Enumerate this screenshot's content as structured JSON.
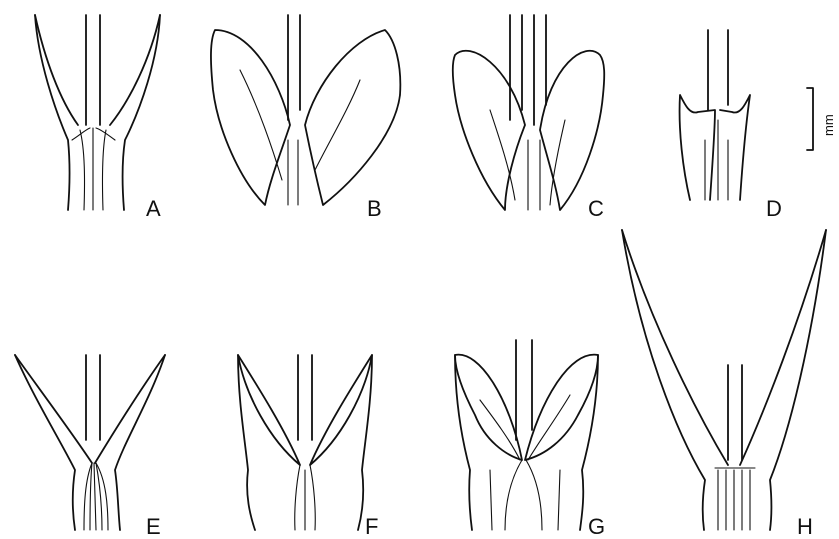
{
  "panels": [
    {
      "id": "A",
      "label": "A"
    },
    {
      "id": "B",
      "label": "B"
    },
    {
      "id": "C",
      "label": "C"
    },
    {
      "id": "D",
      "label": "D"
    },
    {
      "id": "E",
      "label": "E"
    },
    {
      "id": "F",
      "label": "F"
    },
    {
      "id": "G",
      "label": "G"
    },
    {
      "id": "H",
      "label": "H"
    }
  ],
  "scale_bar": {
    "unit": "mm"
  },
  "colors": {
    "ink": "#111111",
    "background": "#ffffff"
  }
}
